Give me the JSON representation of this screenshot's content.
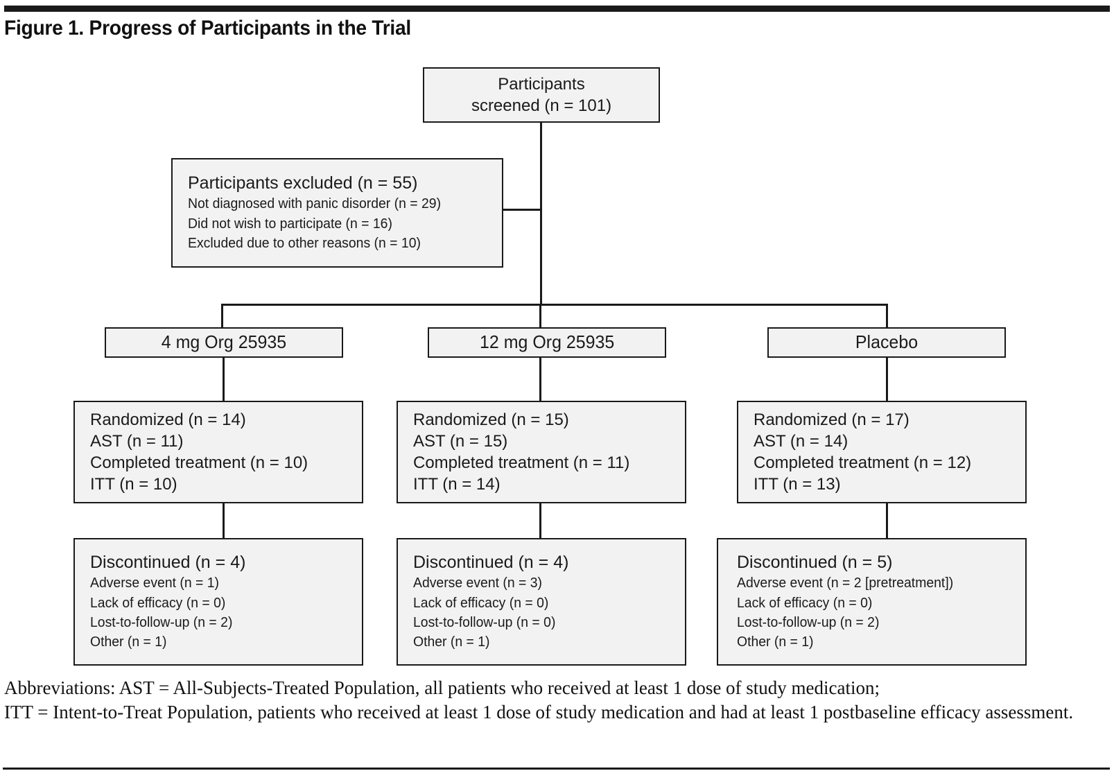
{
  "figure": {
    "title": "Figure 1. Progress of Participants in the Trial"
  },
  "flow": {
    "screened": {
      "line1": "Participants",
      "line2": "screened (n = 101)"
    },
    "excluded": {
      "heading": "Participants excluded (n = 55)",
      "reasons": [
        "Not diagnosed with panic disorder (n = 29)",
        "Did not wish to participate (n = 16)",
        "Excluded due to other reasons (n = 10)"
      ]
    },
    "arms": [
      {
        "header": "4 mg Org 25935",
        "randomized": [
          "Randomized (n = 14)",
          "AST (n = 11)",
          "Completed treatment (n = 10)",
          "ITT (n = 10)"
        ],
        "discontinued_heading": "Discontinued (n = 4)",
        "discontinued_reasons": [
          "Adverse event (n = 1)",
          "Lack of efficacy (n = 0)",
          "Lost-to-follow-up (n = 2)",
          "Other (n = 1)"
        ]
      },
      {
        "header": "12 mg Org 25935",
        "randomized": [
          "Randomized (n = 15)",
          "AST (n = 15)",
          "Completed treatment (n = 11)",
          "ITT (n = 14)"
        ],
        "discontinued_heading": "Discontinued (n = 4)",
        "discontinued_reasons": [
          "Adverse event (n = 3)",
          "Lack of efficacy (n = 0)",
          "Lost-to-follow-up (n = 0)",
          "Other (n = 1)"
        ]
      },
      {
        "header": "Placebo",
        "randomized": [
          "Randomized (n = 17)",
          "AST (n = 14)",
          "Completed treatment (n = 12)",
          "ITT (n = 13)"
        ],
        "discontinued_heading": "Discontinued (n = 5)",
        "discontinued_reasons": [
          "Adverse event (n = 2 [pretreatment])",
          "Lack of efficacy (n = 0)",
          "Lost-to-follow-up (n = 2)",
          "Other (n = 1)"
        ]
      }
    ]
  },
  "footnote": {
    "line1": "Abbreviations: AST = All-Subjects-Treated Population, all patients who received at least 1 dose of study medication;",
    "line2": "ITT = Intent-to-Treat Population, patients who received at least 1 dose of study medication and had at least 1 postbaseline efficacy assessment."
  },
  "colors": {
    "box_fill": "#f2f2f2",
    "stroke": "#1a1a1a",
    "text": "#111111"
  }
}
